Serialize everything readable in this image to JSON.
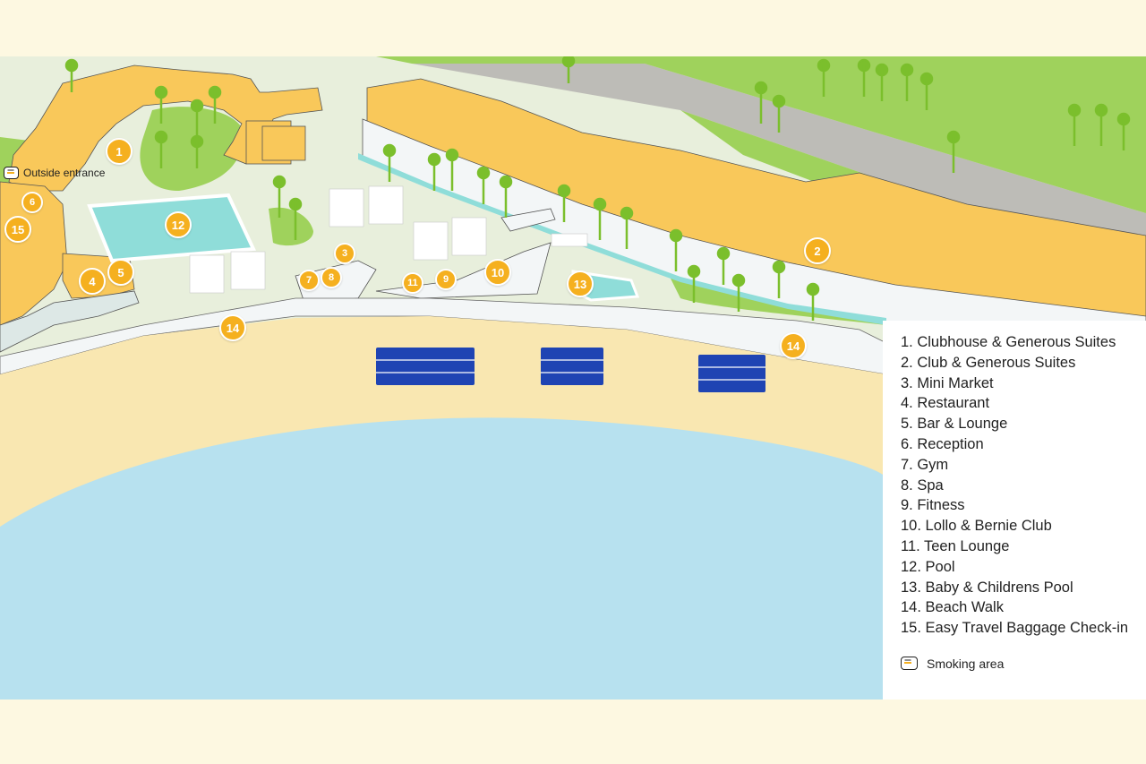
{
  "map": {
    "markers": [
      {
        "num": "1"
      },
      {
        "num": "2"
      },
      {
        "num": "3"
      },
      {
        "num": "4"
      },
      {
        "num": "5"
      },
      {
        "num": "6"
      },
      {
        "num": "7"
      },
      {
        "num": "8"
      },
      {
        "num": "9"
      },
      {
        "num": "10"
      },
      {
        "num": "11"
      },
      {
        "num": "12"
      },
      {
        "num": "13"
      },
      {
        "num": "14"
      },
      {
        "num": "14"
      },
      {
        "num": "15"
      }
    ],
    "outside_entrance_label": "Outside entrance"
  },
  "legend": {
    "items": [
      "1. Clubhouse & Generous Suites",
      "2. Club & Generous Suites",
      "3. Mini Market",
      "4. Restaurant",
      "5. Bar & Lounge",
      "6. Reception",
      "7. Gym",
      "8. Spa",
      "9. Fitness",
      "10. Lollo & Bernie Club",
      "11. Teen Lounge",
      "12. Pool",
      "13. Baby & Childrens Pool",
      "14. Beach Walk",
      "15. Easy Travel Baggage Check-in"
    ],
    "smoking_area_label": "Smoking area"
  },
  "colors": {
    "building": "#f9c85a",
    "sand": "#f9e7b1",
    "sea": "#b7e1ef",
    "grass": "#9fd25c",
    "ground": "#e8efdc",
    "pool": "#8fddd9",
    "road": "#bdbcb7",
    "marker": "#f5b01f",
    "sunbed": "#1f44b3"
  }
}
